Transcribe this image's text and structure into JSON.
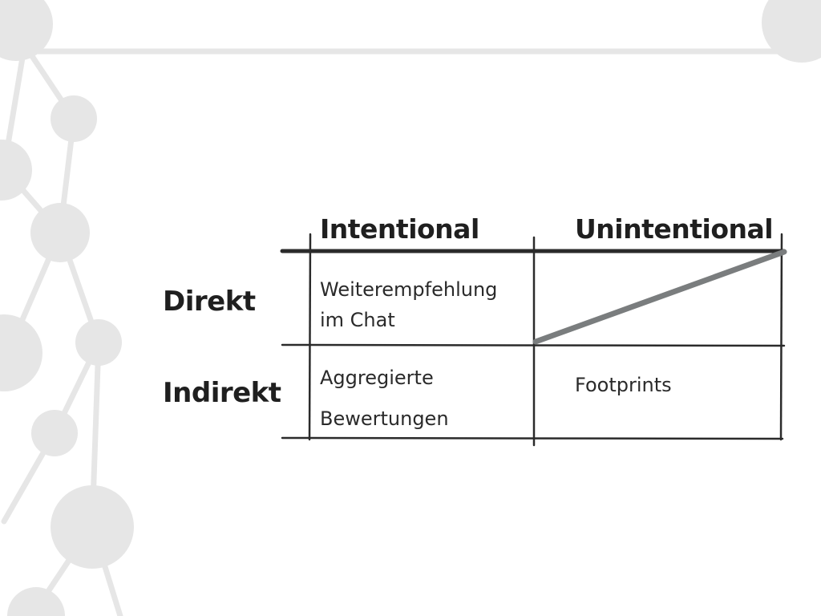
{
  "matrix": {
    "col_headers": {
      "intentional": "Intentional",
      "unintentional": "Unintentional"
    },
    "row_headers": {
      "direkt": "Direkt",
      "indirekt": "Indirekt"
    },
    "cells": {
      "direkt_intentional": [
        "Weiterempfehlung",
        "im Chat"
      ],
      "direkt_unintentional": "",
      "indirekt_intentional": [
        "Aggregierte",
        "Bewertungen"
      ],
      "indirekt_unintentional": "Footprints"
    }
  },
  "colors": {
    "background": "#ffffff",
    "decoration": "#e6e6e6",
    "ink": "#1f1f1f",
    "strike": "#7a7d7e"
  }
}
